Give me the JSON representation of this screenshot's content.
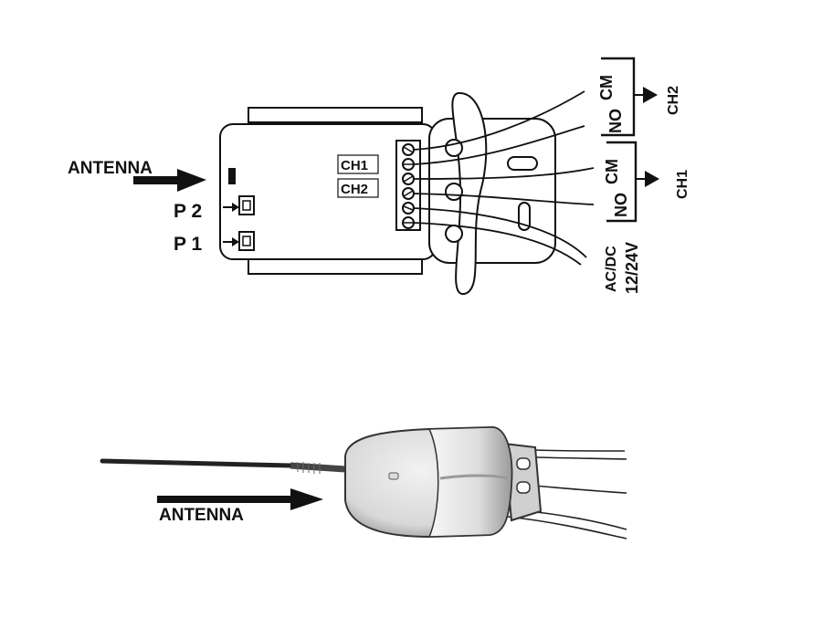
{
  "labels": {
    "antenna_top": "ANTENNA",
    "p2": "P 2",
    "p1": "P 1",
    "ch1_box": "CH1",
    "ch2_box": "CH2",
    "no_ch2": "NO",
    "cm_ch2": "CM",
    "no_ch1": "NO",
    "cm_ch1": "CM",
    "ch2_side": "CH2",
    "ch1_side": "CH1",
    "power_line1": "AC/DC",
    "power_line2": "12/24V",
    "antenna_bottom": "ANTENNA"
  },
  "colors": {
    "ink": "#111111",
    "body_fill": "#ffffff",
    "photo_shell": "#e6e6e6",
    "photo_shade": "#b5b5b5",
    "photo_dark": "#3a3a3a"
  }
}
